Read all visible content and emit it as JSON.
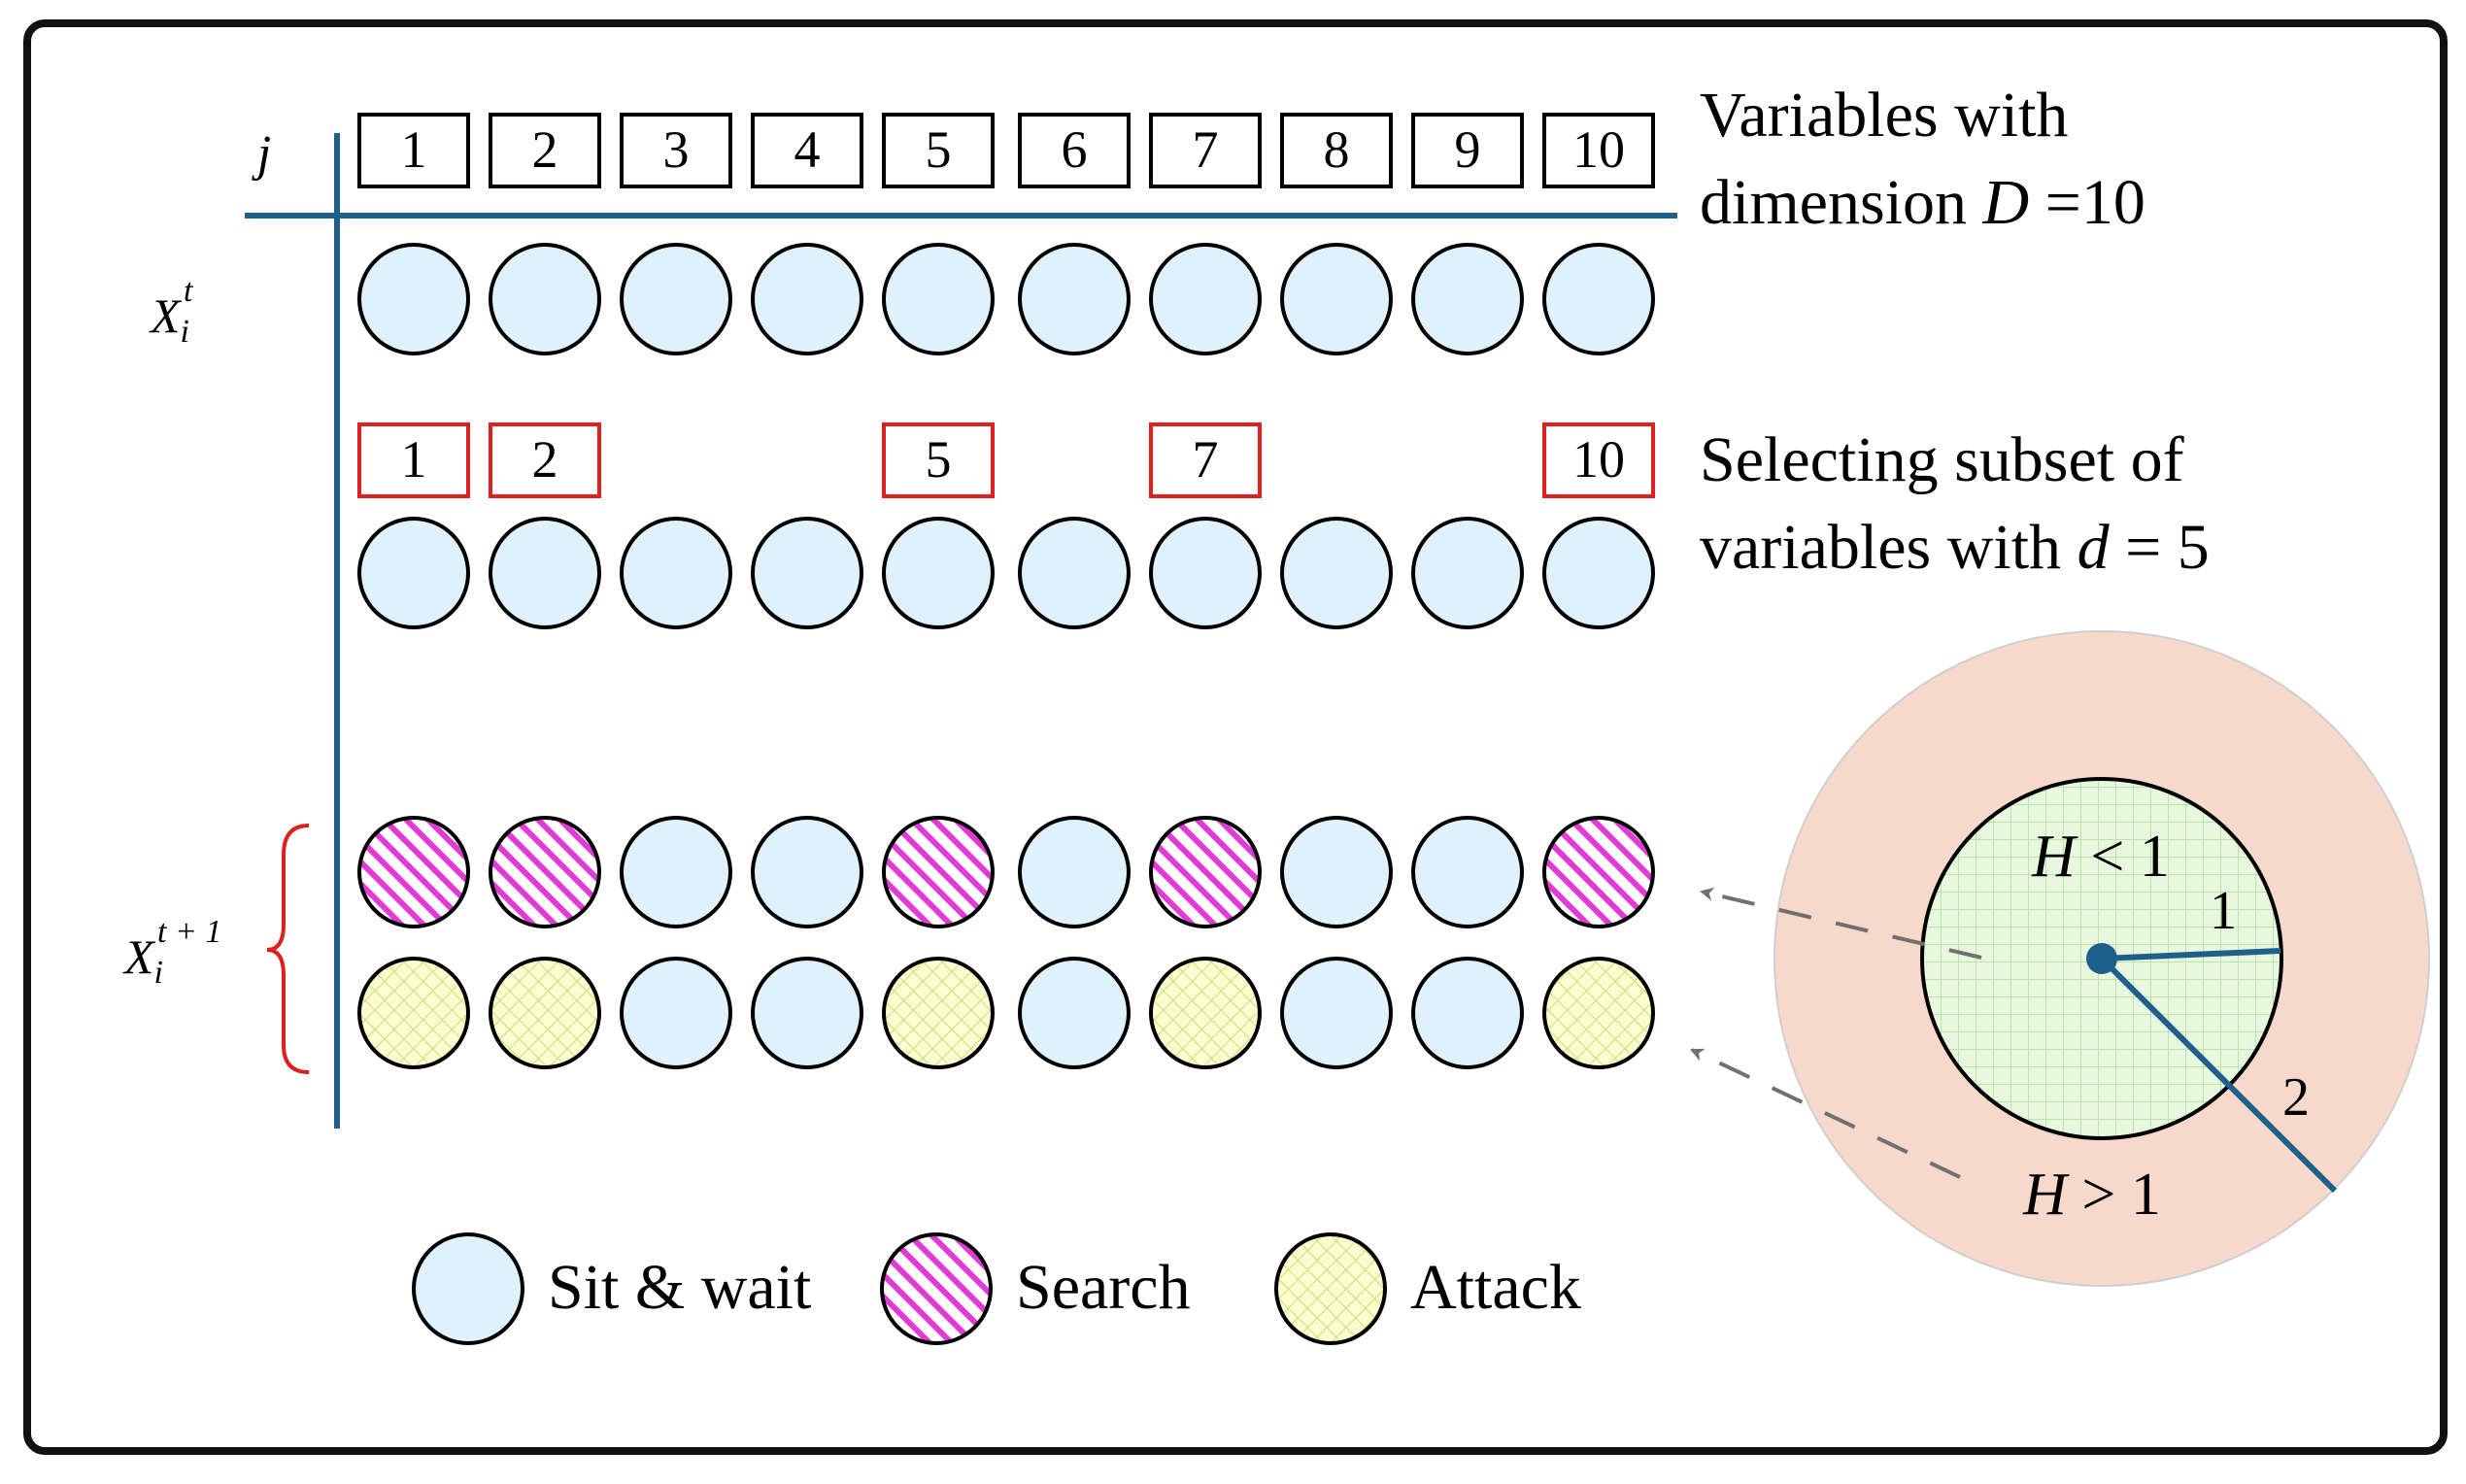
{
  "colors": {
    "frame": "#111111",
    "axis_line": "#1f5f8b",
    "sit_wait_fill": "#dff1fb",
    "search_fill": "#ffffff",
    "search_hatch": "#e23ad6",
    "attack_fill": "#fbffd0",
    "attack_hatch": "#d2d87a",
    "selected_box": "#e02020",
    "outer_region": "#f7d9cb",
    "inner_region": "#e7f8df",
    "inner_grid": "#b8e5ac",
    "brace": "#e02020",
    "arrow": "#707070",
    "radius_line": "#1f5f8b"
  },
  "header": {
    "index_label": "j",
    "variable_indices": [
      "1",
      "2",
      "3",
      "4",
      "5",
      "6",
      "7",
      "8",
      "9",
      "10"
    ],
    "description_line1": "Variables with",
    "description_line2_prefix": "dimension ",
    "description_line2_symbol": "D",
    "description_line2_suffix": " =10"
  },
  "rows": {
    "current_label": "X",
    "current_sub": "i",
    "current_sup": "t",
    "next_label": "X",
    "next_sub": "i",
    "next_sup": "t + 1",
    "row1_states": [
      "sit_wait",
      "sit_wait",
      "sit_wait",
      "sit_wait",
      "sit_wait",
      "sit_wait",
      "sit_wait",
      "sit_wait",
      "sit_wait",
      "sit_wait"
    ],
    "row2_states": [
      "sit_wait",
      "sit_wait",
      "sit_wait",
      "sit_wait",
      "sit_wait",
      "sit_wait",
      "sit_wait",
      "sit_wait",
      "sit_wait",
      "sit_wait"
    ],
    "row3_states": [
      "search",
      "search",
      "sit_wait",
      "sit_wait",
      "search",
      "sit_wait",
      "search",
      "sit_wait",
      "sit_wait",
      "search"
    ],
    "row4_states": [
      "attack",
      "attack",
      "sit_wait",
      "sit_wait",
      "attack",
      "sit_wait",
      "attack",
      "sit_wait",
      "sit_wait",
      "attack"
    ]
  },
  "subset": {
    "selected_indices": [
      "1",
      "2",
      "5",
      "7",
      "10"
    ],
    "selected_positions": [
      1,
      2,
      5,
      7,
      10
    ],
    "description_line1": "Selecting subset of",
    "description_line2_prefix": "variables with ",
    "description_line2_symbol": "d",
    "description_line2_suffix": " = 5"
  },
  "legend": {
    "items": [
      {
        "state": "sit_wait",
        "label": "Sit & wait"
      },
      {
        "state": "search",
        "label": "Search"
      },
      {
        "state": "attack",
        "label": "Attack"
      }
    ]
  },
  "regions": {
    "inner_label_symbol": "H",
    "inner_label_rest": " < 1",
    "outer_label_symbol": "H",
    "outer_label_rest": " > 1",
    "inner_radius_label": "1",
    "outer_radius_label": "2"
  }
}
